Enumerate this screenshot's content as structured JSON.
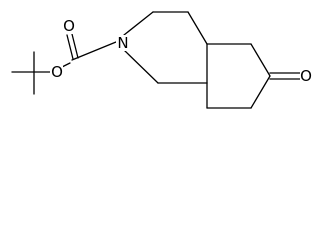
{
  "diagram": {
    "atoms": {
      "nitrogen": "N",
      "carbamate_ether_oxygen": "O",
      "carbamate_carbonyl_oxygen": "O",
      "ketone_oxygen": "O"
    }
  }
}
